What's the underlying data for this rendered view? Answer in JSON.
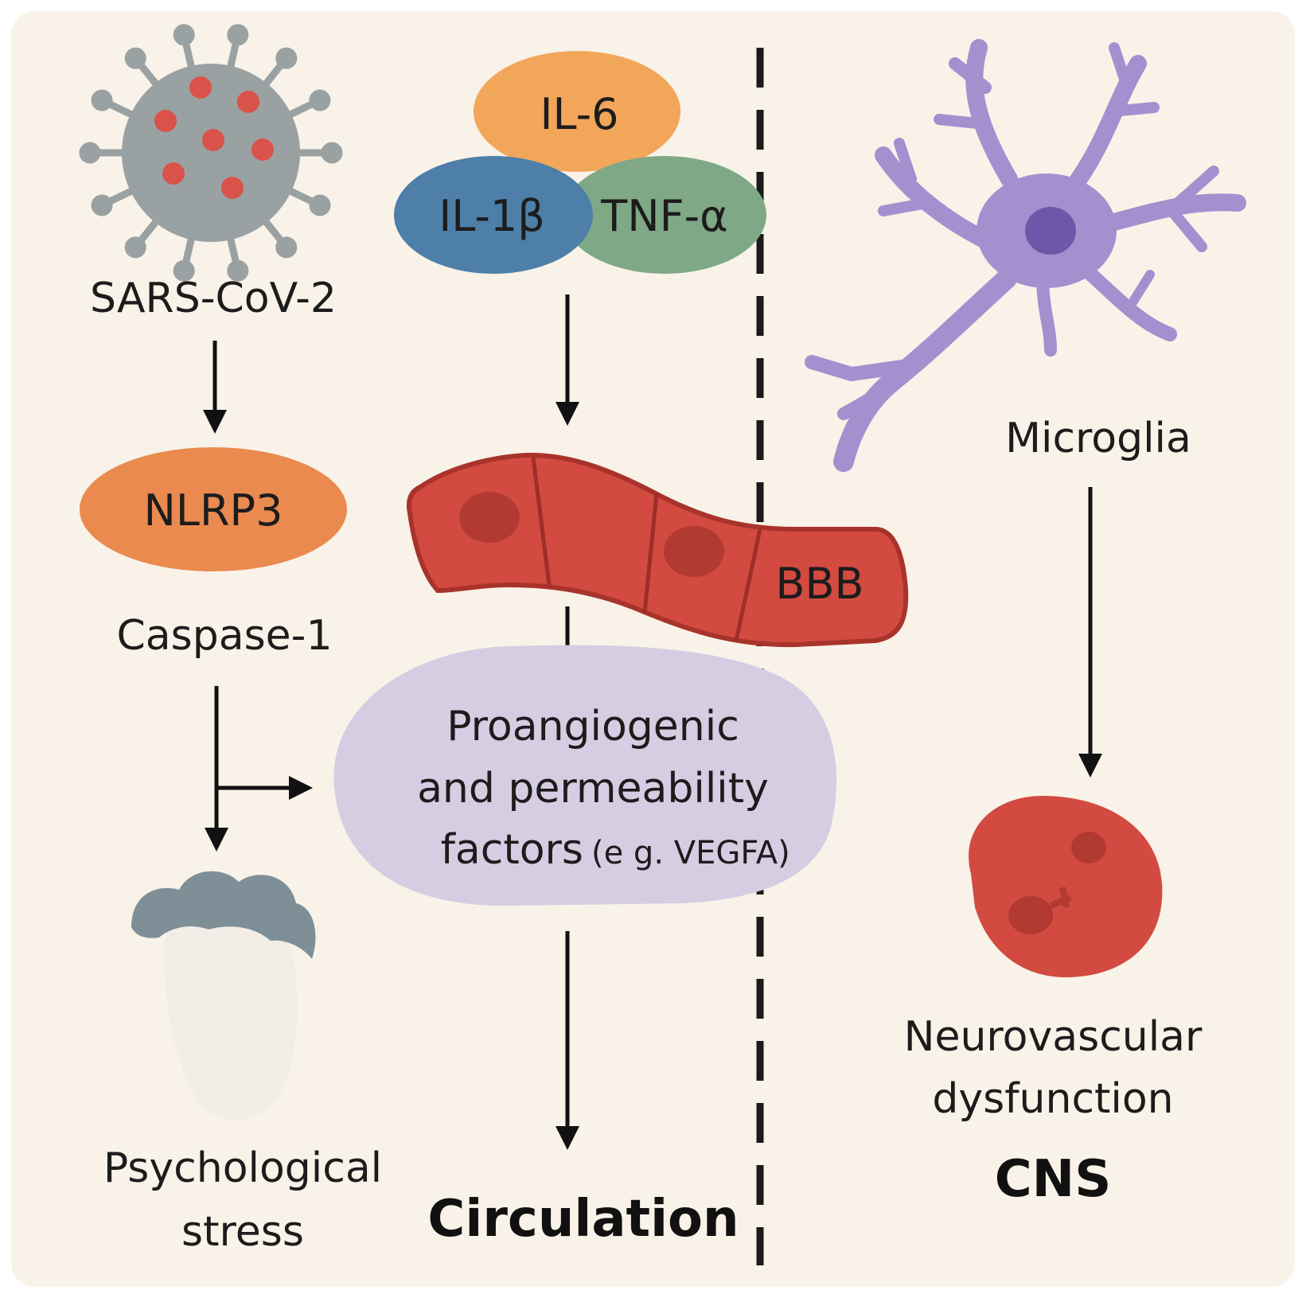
{
  "virus": {
    "label": "SARS-CoV-2"
  },
  "inflammasome": {
    "label": "NLRP3"
  },
  "caspase": {
    "label": "Caspase-1"
  },
  "cytokines": {
    "il6": "IL-6",
    "il1b": "IL-1β",
    "tnfa": "TNF-α"
  },
  "bbb": {
    "label": "BBB"
  },
  "factors": {
    "line1": "Proangiogenic",
    "line2": "and permeability",
    "line3": "factors",
    "line3_small": "(e g. VEGFA)"
  },
  "stress": {
    "line1": "Psychological",
    "line2": "stress"
  },
  "circulation": {
    "label": "Circulation"
  },
  "microglia": {
    "label": "Microglia"
  },
  "neurovascular": {
    "line1": "Neurovascular",
    "line2": "dysfunction"
  },
  "cns": {
    "label": "CNS"
  },
  "colors": {
    "background": "#f8f2e8",
    "virus": "#9aa1a2",
    "virus_dots": "#d9534a",
    "nlrp3": "#ea8a4f",
    "il6": "#f2a65a",
    "il1b": "#4d7fa8",
    "tnfa": "#7fa886",
    "bbb": "#d24a40",
    "factors": "#d6cde3",
    "microglia": "#a48fcf",
    "neurovascular": "#d24a40"
  }
}
